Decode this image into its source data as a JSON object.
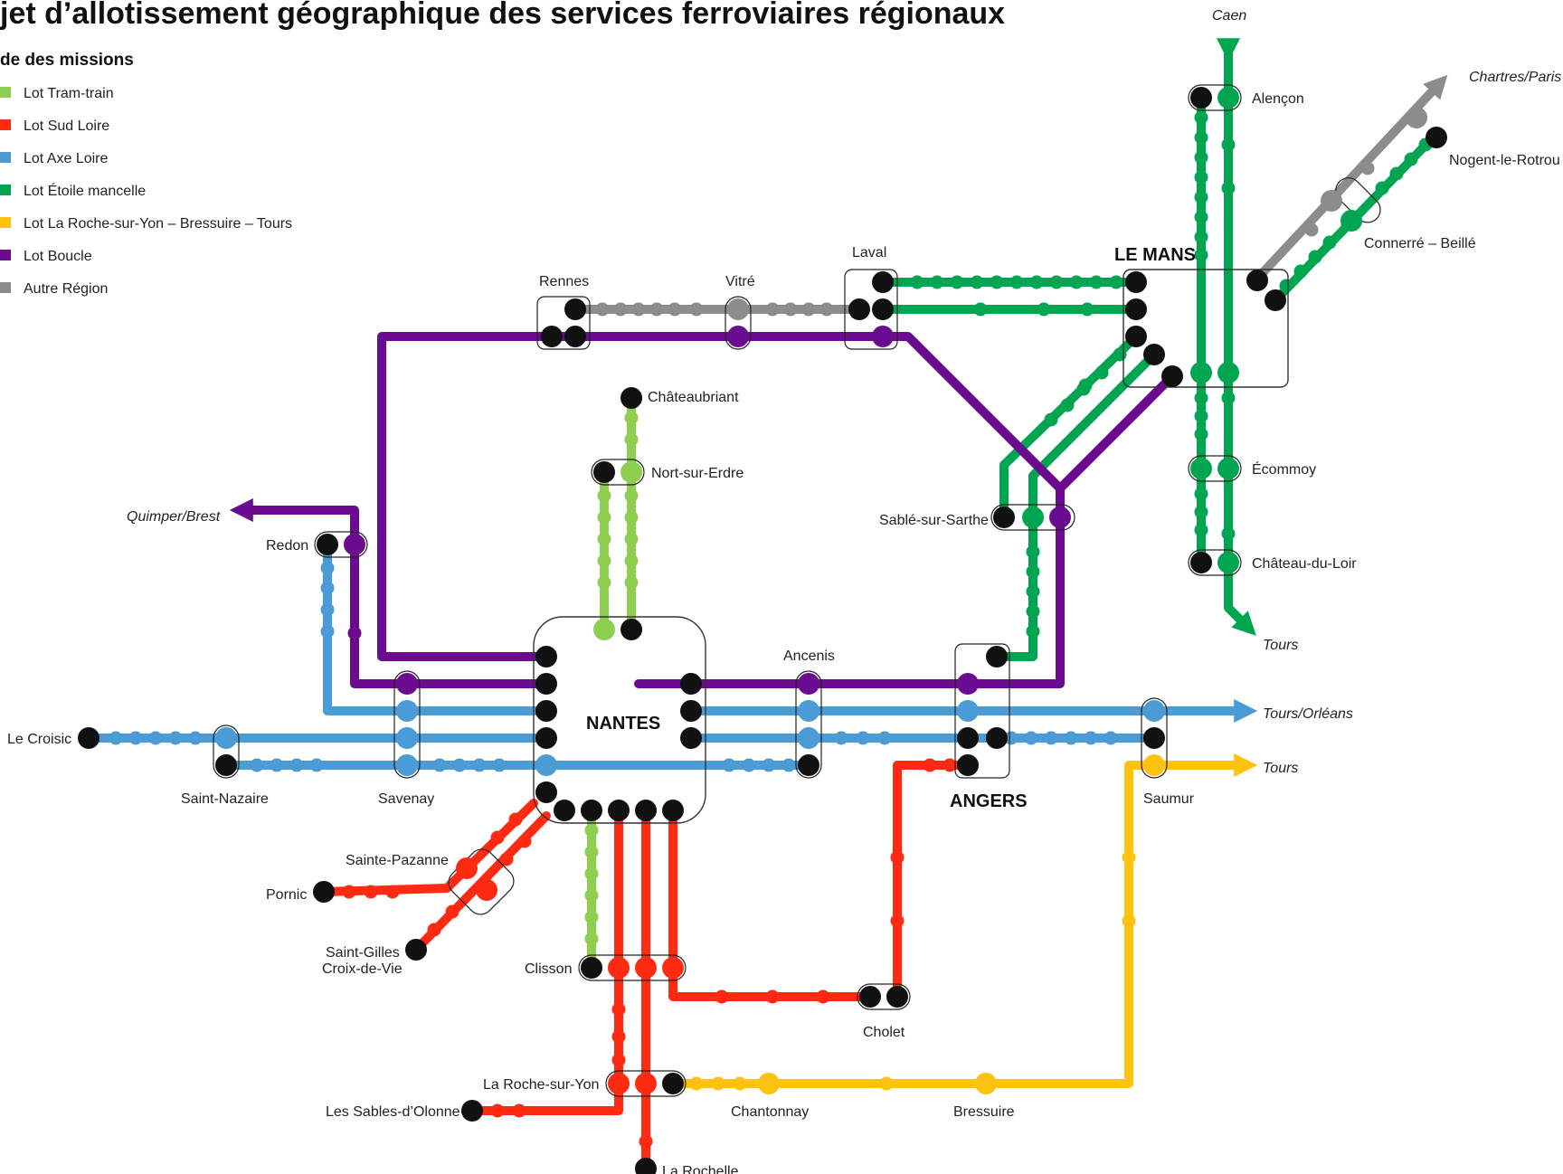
{
  "title": "jet d’allotissement géographique des services ferroviaires régionaux",
  "legend": {
    "heading": "de des missions",
    "items": [
      {
        "label": "Lot Tram-train",
        "color": "#8fcf4f"
      },
      {
        "label": "Lot Sud Loire",
        "color": "#ff2a12"
      },
      {
        "label": "Lot Axe Loire",
        "color": "#4a9bd6"
      },
      {
        "label": "Lot Étoile mancelle",
        "color": "#00a551"
      },
      {
        "label": "Lot La Roche-sur-Yon – Bressuire – Tours",
        "color": "#ffc20e"
      },
      {
        "label": "Lot Boucle",
        "color": "#6b0b8f"
      },
      {
        "label": "Autre Région",
        "color": "#8c8c8c"
      }
    ]
  },
  "hubs": {
    "nantes": "NANTES",
    "le_mans": "LE MANS",
    "angers": "ANGERS"
  },
  "stations": {
    "rennes": "Rennes",
    "vitre": "Vitré",
    "laval": "Laval",
    "alencon": "Alençon",
    "nogent": "Nogent-le-Rotrou",
    "connerre": "Connerré – Beillé",
    "chateaubriant": "Châteaubriant",
    "nort": "Nort-sur-Erdre",
    "redon": "Redon",
    "sable": "Sablé-sur-Sarthe",
    "ecommoy": "Écommoy",
    "chateau_du_loir": "Château-du-Loir",
    "le_croisic": "Le Croisic",
    "saint_nazaire": "Saint-Nazaire",
    "savenay": "Savenay",
    "ancenis": "Ancenis",
    "saumur": "Saumur",
    "sainte_pazanne": "Sainte-Pazanne",
    "pornic": "Pornic",
    "saint_gilles_1": "Saint-Gilles",
    "saint_gilles_2": "Croix-de-Vie",
    "clisson": "Clisson",
    "cholet": "Cholet",
    "la_roche": "La Roche-sur-Yon",
    "les_sables": "Les Sables-d’Olonne",
    "chantonnay": "Chantonnay",
    "bressuire": "Bressuire",
    "la_rochelle": "La Rochelle"
  },
  "destinations": {
    "caen": "Caen",
    "chartres": "Chartres/Paris",
    "quimper": "Quimper/Brest",
    "tours_north": "Tours",
    "tours_orleans": "Tours/Orléans",
    "tours_south": "Tours"
  }
}
